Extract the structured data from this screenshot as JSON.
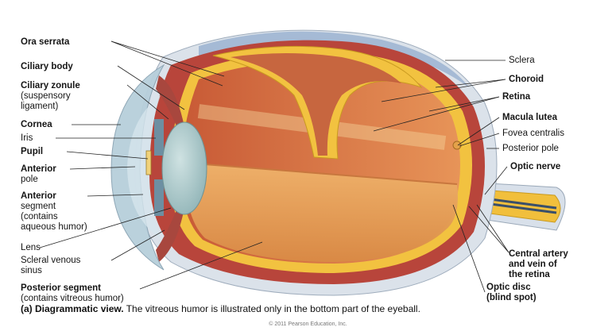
{
  "labels_left": [
    {
      "key": "ora_serrata",
      "text": "Ora serrata"
    },
    {
      "key": "ciliary_body",
      "text": "Ciliary body"
    },
    {
      "key": "ciliary_zonule",
      "text": "Ciliary zonule"
    },
    {
      "key": "ciliary_zonule_sub1",
      "text": "(suspensory"
    },
    {
      "key": "ciliary_zonule_sub2",
      "text": "ligament)"
    },
    {
      "key": "cornea",
      "text": "Cornea"
    },
    {
      "key": "iris",
      "text": "Iris"
    },
    {
      "key": "pupil",
      "text": "Pupil"
    },
    {
      "key": "anterior",
      "text": "Anterior"
    },
    {
      "key": "pole",
      "text": "pole"
    },
    {
      "key": "anterior_segment",
      "text": "Anterior"
    },
    {
      "key": "segment",
      "text": "segment"
    },
    {
      "key": "contains",
      "text": "(contains"
    },
    {
      "key": "aqueous",
      "text": "aqueous humor)"
    },
    {
      "key": "lens",
      "text": "Lens"
    },
    {
      "key": "scleral_venous",
      "text": "Scleral venous"
    },
    {
      "key": "sinus",
      "text": "sinus"
    },
    {
      "key": "posterior_segment",
      "text": "Posterior segment"
    },
    {
      "key": "posterior_segment_sub",
      "text": "(contains vitreous humor)"
    }
  ],
  "labels_right": [
    {
      "key": "sclera",
      "text": "Sclera"
    },
    {
      "key": "choroid",
      "text": "Choroid"
    },
    {
      "key": "retina",
      "text": "Retina"
    },
    {
      "key": "macula",
      "text": "Macula lutea"
    },
    {
      "key": "fovea",
      "text": "Fovea centralis"
    },
    {
      "key": "posterior_pole",
      "text": "Posterior pole"
    },
    {
      "key": "optic_nerve",
      "text": "Optic nerve"
    },
    {
      "key": "central_artery1",
      "text": "Central artery"
    },
    {
      "key": "central_artery2",
      "text": "and vein of"
    },
    {
      "key": "central_artery3",
      "text": "the retina"
    },
    {
      "key": "optic_disc1",
      "text": "Optic disc"
    },
    {
      "key": "optic_disc2",
      "text": "(blind spot)"
    }
  ],
  "caption": {
    "prefix": "(a) Diagrammatic view.",
    "rest": " The vitreous humor is illustrated only in the bottom part of the eyeball."
  },
  "copyright": "© 2011 Pearson Education, Inc.",
  "colors": {
    "sclera": "#dde4ec",
    "choroid": "#b7423a",
    "retina": "#f4c542",
    "vitreous": "#e7a25c",
    "cornea": "#bcd3de",
    "lens": "#a9c6c8",
    "interior": "#d9784a"
  }
}
